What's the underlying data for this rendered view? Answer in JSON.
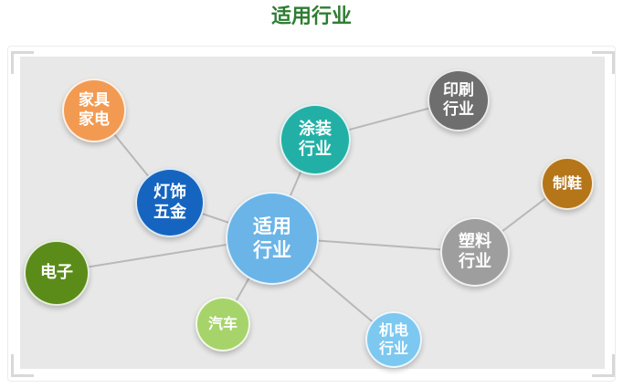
{
  "title": "适用行业",
  "center": {
    "label": "适用\n行业",
    "color": "#6ab4e8"
  },
  "nodes": {
    "jiaju": {
      "label": "家具\n家电",
      "color": "#f39a52"
    },
    "dengshi": {
      "label": "灯饰\n五金",
      "color": "#1565c0"
    },
    "dianzi": {
      "label": "电子",
      "color": "#5b8c1a"
    },
    "qiche": {
      "label": "汽车",
      "color": "#a6d46a"
    },
    "jidian": {
      "label": "机电\n行业",
      "color": "#7cc8f0"
    },
    "suliao": {
      "label": "塑料\n行业",
      "color": "#9e9e9e"
    },
    "zhixie": {
      "label": "制鞋",
      "color": "#b5761a"
    },
    "tuzhuang": {
      "label": "涂装\n行业",
      "color": "#22b0a6"
    },
    "yinshua": {
      "label": "印刷\n行业",
      "color": "#6e6e6e"
    }
  }
}
